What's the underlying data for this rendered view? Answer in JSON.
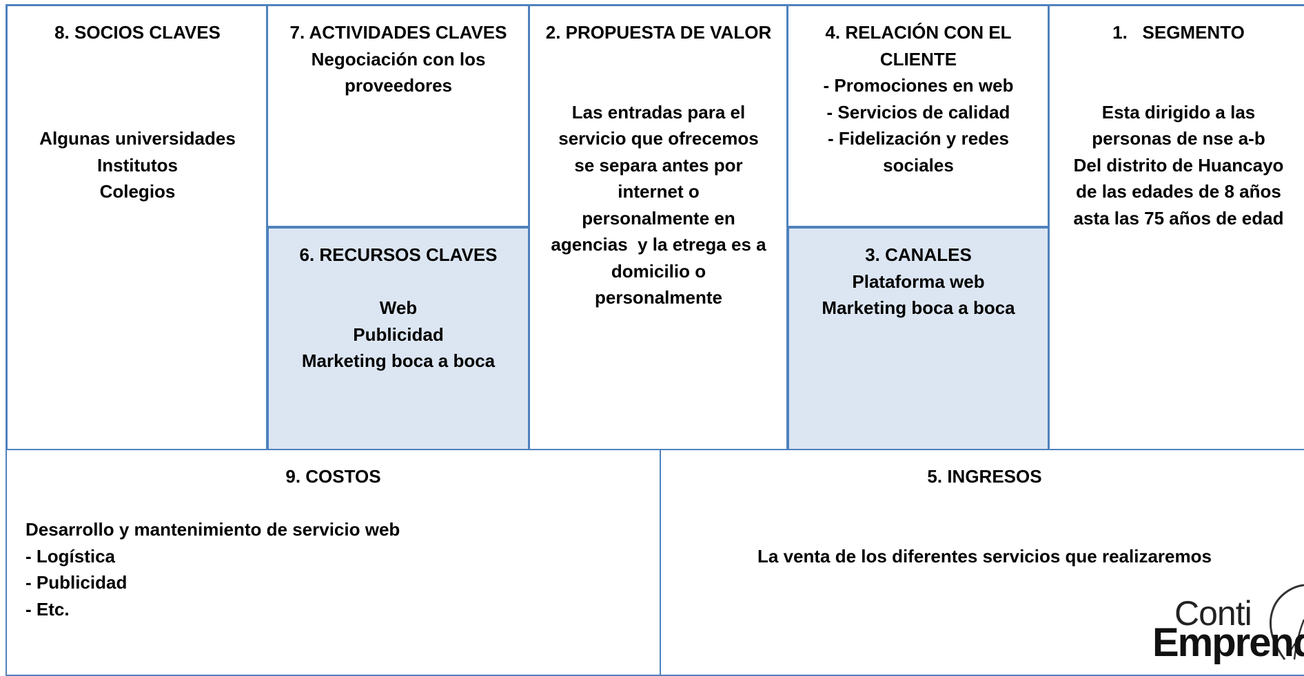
{
  "blocks": {
    "socios": {
      "title": "8. SOCIOS CLAVES",
      "lines": [
        "",
        "",
        "",
        "Algunas universidades",
        "Institutos",
        "Colegios"
      ]
    },
    "actividades": {
      "title": "7. ACTIVIDADES CLAVES",
      "lines": [
        "Negociación con los",
        "proveedores"
      ]
    },
    "recursos": {
      "title": "6. RECURSOS CLAVES",
      "lines": [
        "",
        "Web",
        "Publicidad",
        "Marketing boca a boca"
      ]
    },
    "propuesta": {
      "title": "2. PROPUESTA DE VALOR",
      "lines": [
        "",
        "",
        "Las entradas para el",
        "servicio que ofrecemos",
        "se separa antes por",
        "internet o",
        "personalmente en",
        "agencias  y la etrega es a",
        "domicilio o",
        "personalmente"
      ]
    },
    "relacion": {
      "title": "4. RELACIÓN CON EL",
      "lines": [
        "CLIENTE",
        "- Promociones en web",
        "- Servicios de calidad",
        "- Fidelización y redes",
        "sociales"
      ]
    },
    "canales": {
      "title": "3. CANALES",
      "lines": [
        "Plataforma web",
        "Marketing boca a boca"
      ]
    },
    "segmento": {
      "title": "1.   SEGMENTO",
      "lines": [
        "",
        "",
        "Esta dirigido a las",
        "personas de nse a-b",
        "Del distrito de Huancayo",
        "de las edades de 8 años",
        "asta las 75 años de edad"
      ]
    },
    "costos": {
      "title": "9. COSTOS",
      "lines": [
        "",
        "Desarrollo y mantenimiento de servicio web",
        "- Logística",
        "- Publicidad",
        "- Etc."
      ]
    },
    "ingresos": {
      "title": "5. INGRESOS",
      "lines": [
        "",
        "",
        "La venta de los diferentes servicios que realizaremos"
      ]
    }
  },
  "logo": {
    "text": "Conti",
    "text2": "Emprende"
  },
  "colors": {
    "border": "#4f81bd",
    "shaded": "#dce6f2"
  }
}
